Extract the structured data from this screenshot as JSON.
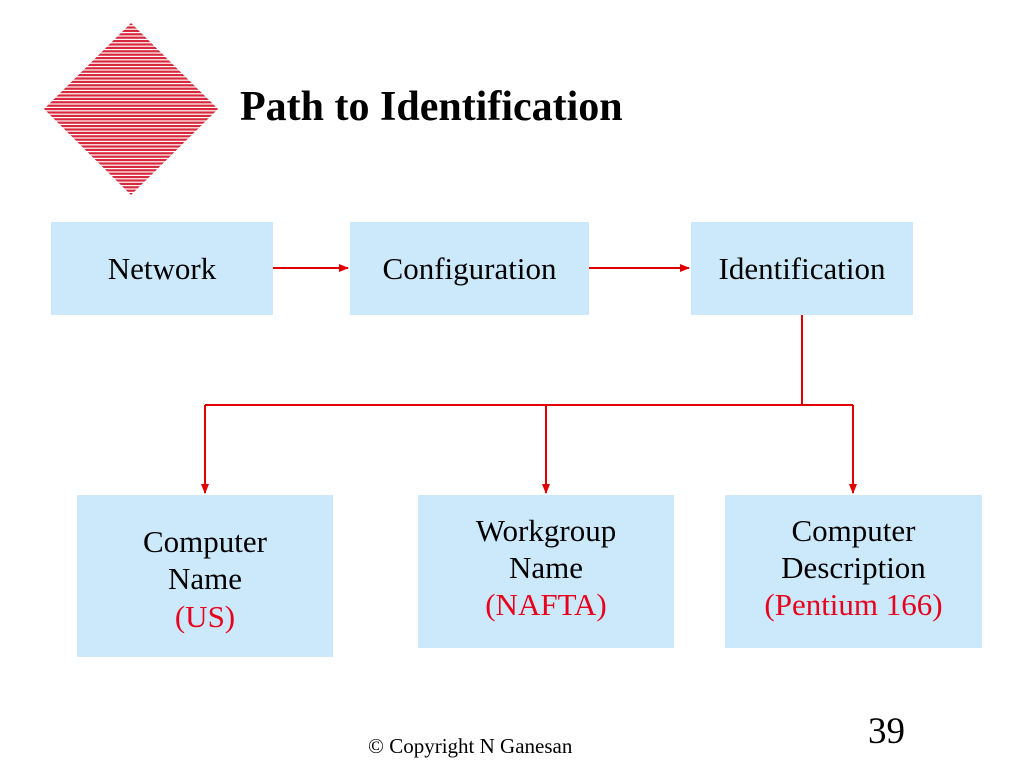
{
  "slide": {
    "title": "Path to Identification",
    "page_number": "39",
    "copyright": "© Copyright N Ganesan"
  },
  "colors": {
    "box_fill": "#cce9fb",
    "connector": "#e00000",
    "highlight_text": "#e8001c",
    "logo": "#d8283c"
  },
  "flow": {
    "network": "Network",
    "configuration": "Configuration",
    "identification": "Identification"
  },
  "fields": {
    "computer_name": {
      "line1": "Computer",
      "line2": "Name",
      "value": "(US)"
    },
    "workgroup_name": {
      "line1": "Workgroup",
      "line2": "Name",
      "value": "(NAFTA)"
    },
    "computer_description": {
      "line1": "Computer",
      "line2": "Description",
      "value": "(Pentium 166)"
    }
  }
}
